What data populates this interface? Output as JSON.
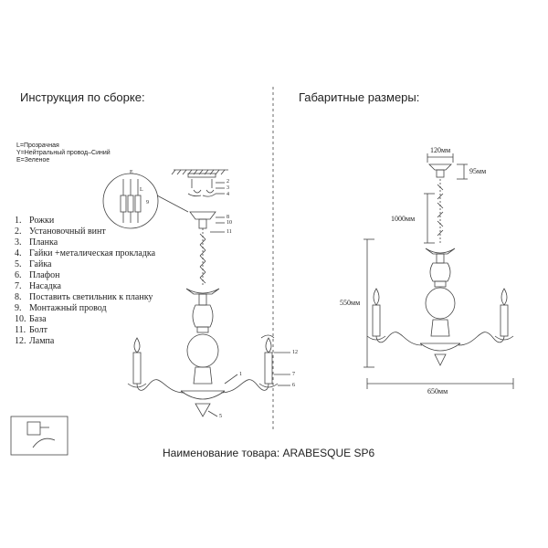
{
  "left_heading": "Инструкция по сборке:",
  "right_heading": "Габаритные размеры:",
  "wiring_legend": [
    "L=Прозрачная",
    "Y=Нейтральный провод–Синий",
    "E=Зеленое"
  ],
  "parts_list": [
    {
      "num": "1.",
      "label": "Рожки"
    },
    {
      "num": "2.",
      "label": "Установочный винт"
    },
    {
      "num": "3.",
      "label": "Планка"
    },
    {
      "num": "4.",
      "label": "Гайки +металическая прокладка"
    },
    {
      "num": "5.",
      "label": "Гайка"
    },
    {
      "num": "6.",
      "label": "Плафон"
    },
    {
      "num": "7.",
      "label": "Насадка"
    },
    {
      "num": "8.",
      "label": "Поставить светильник к планку"
    },
    {
      "num": "9.",
      "label": "Монтажный провод"
    },
    {
      "num": "10.",
      "label": "База"
    },
    {
      "num": "11.",
      "label": "Болт"
    },
    {
      "num": "12.",
      "label": "Лампа"
    }
  ],
  "dimensions": {
    "canopy_width": "120мм",
    "canopy_height": "95мм",
    "chain_length": "1000мм",
    "body_height": "550мм",
    "total_width": "650мм"
  },
  "callouts": [
    "1",
    "2",
    "3",
    "4",
    "5",
    "6",
    "7",
    "8",
    "9",
    "10",
    "11",
    "12",
    "E",
    "L"
  ],
  "footer": "Наименование товара: ARABESQUE SP6"
}
